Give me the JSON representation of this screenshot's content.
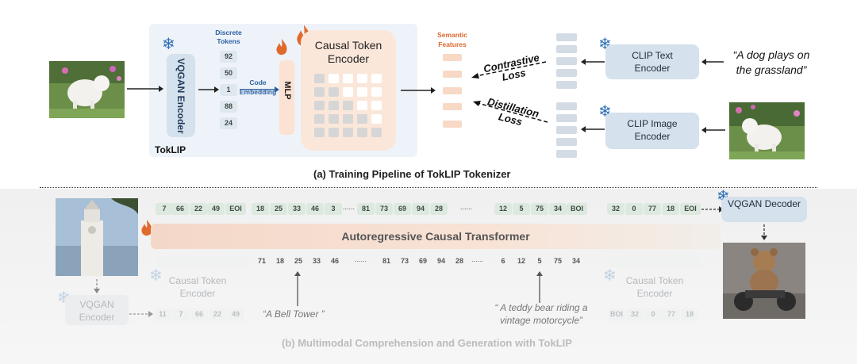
{
  "top": {
    "discrete_tokens_title": "Discrete Tokens",
    "tokens": [
      "92",
      "50",
      "1",
      "88",
      "24"
    ],
    "vqgan_encoder": "VQGAN Encoder",
    "toklip": "TokLIP",
    "code_embedding": "Code Embedding",
    "mlp": "MLP",
    "causal_token_encoder": "Causal Token Encoder",
    "semantic_features": "Semantic Features",
    "contrastive_loss": "Contrastive Loss",
    "distillation_loss": "Distillation Loss",
    "clip_text_encoder": "CLIP Text Encoder",
    "clip_image_encoder": "CLIP Image Encoder",
    "text_prompt": "“A dog plays on the grassland”",
    "caption": "(a) Training Pipeline of TokLIP Tokenizer"
  },
  "bottom": {
    "seq_top": [
      [
        "7",
        "66",
        "22",
        "49",
        "EOI"
      ],
      [
        "18",
        "25",
        "33",
        "46",
        "3"
      ],
      [
        "81",
        "73",
        "69",
        "94",
        "28"
      ],
      [
        "12",
        "5",
        "75",
        "34",
        "BOI"
      ],
      [
        "32",
        "0",
        "77",
        "18",
        "EOI"
      ]
    ],
    "seq_bottom": [
      [
        "71",
        "18",
        "25",
        "33",
        "46"
      ],
      [
        "81",
        "73",
        "69",
        "94",
        "28"
      ],
      [
        "6",
        "12",
        "5",
        "75",
        "34"
      ]
    ],
    "seq_enc_left": [
      "11",
      "7",
      "66",
      "22",
      "49"
    ],
    "seq_enc_right": [
      "BOI",
      "32",
      "0",
      "77",
      "18"
    ],
    "ellipsis": "......",
    "transformer": "Autoregressive Causal Transformer",
    "vqgan_decoder": "VQGAN Decoder",
    "vqgan_encoder": "VQGAN Encoder",
    "causal_token_encoder": "Causal Token Encoder",
    "bell_tower": "“A Bell Tower ”",
    "teddy": "“ A teddy bear riding a vintage motorcycle”",
    "caption": "(b) Multimodal Comprehension and Generation with TokLIP"
  },
  "colors": {
    "token_green": "#dde9df",
    "token_blue": "#dfe7ef",
    "panel_blue": "#eef3f9",
    "warm": "#fbe7da",
    "accent_orange": "#e06a2b",
    "snow_blue": "#2c6fb5"
  }
}
